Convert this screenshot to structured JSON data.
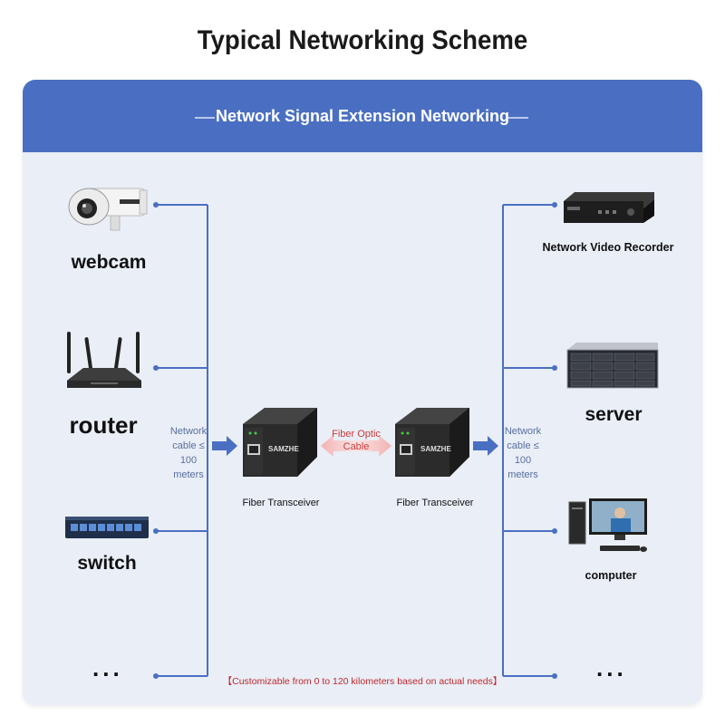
{
  "title": "Typical Networking Scheme",
  "subtitle": "Network Signal Extension Networking",
  "left_devices": [
    {
      "label": "webcam",
      "icon": "webcam-icon"
    },
    {
      "label": "router",
      "icon": "router-icon"
    },
    {
      "label": "switch",
      "icon": "switch-icon"
    },
    {
      "label": "..."
    }
  ],
  "right_devices": [
    {
      "label": "Network Video Recorder",
      "icon": "nvr-icon"
    },
    {
      "label": "server",
      "icon": "server-icon"
    },
    {
      "label": "computer",
      "icon": "computer-icon"
    },
    {
      "label": "..."
    }
  ],
  "left_cable_note": [
    "Network",
    "cable ≤",
    "100",
    "meters"
  ],
  "right_cable_note": [
    "Network",
    "cable ≤",
    "100",
    "meters"
  ],
  "transceivers": [
    {
      "label": "Fiber Transceiver",
      "brand": "SAMZHE"
    },
    {
      "label": "Fiber Transceiver",
      "brand": "SAMZHE"
    }
  ],
  "fiber_note": [
    "Fiber Optic",
    "Cable"
  ],
  "footnote": "【Customizable from 0 to 120 kilometers based on actual needs】",
  "colors": {
    "header": "#4a6fc2",
    "card": "#e9eef7",
    "line": "#4a6fc2",
    "arrow": "#4a6fc2",
    "fiber": "#e89a9a"
  }
}
